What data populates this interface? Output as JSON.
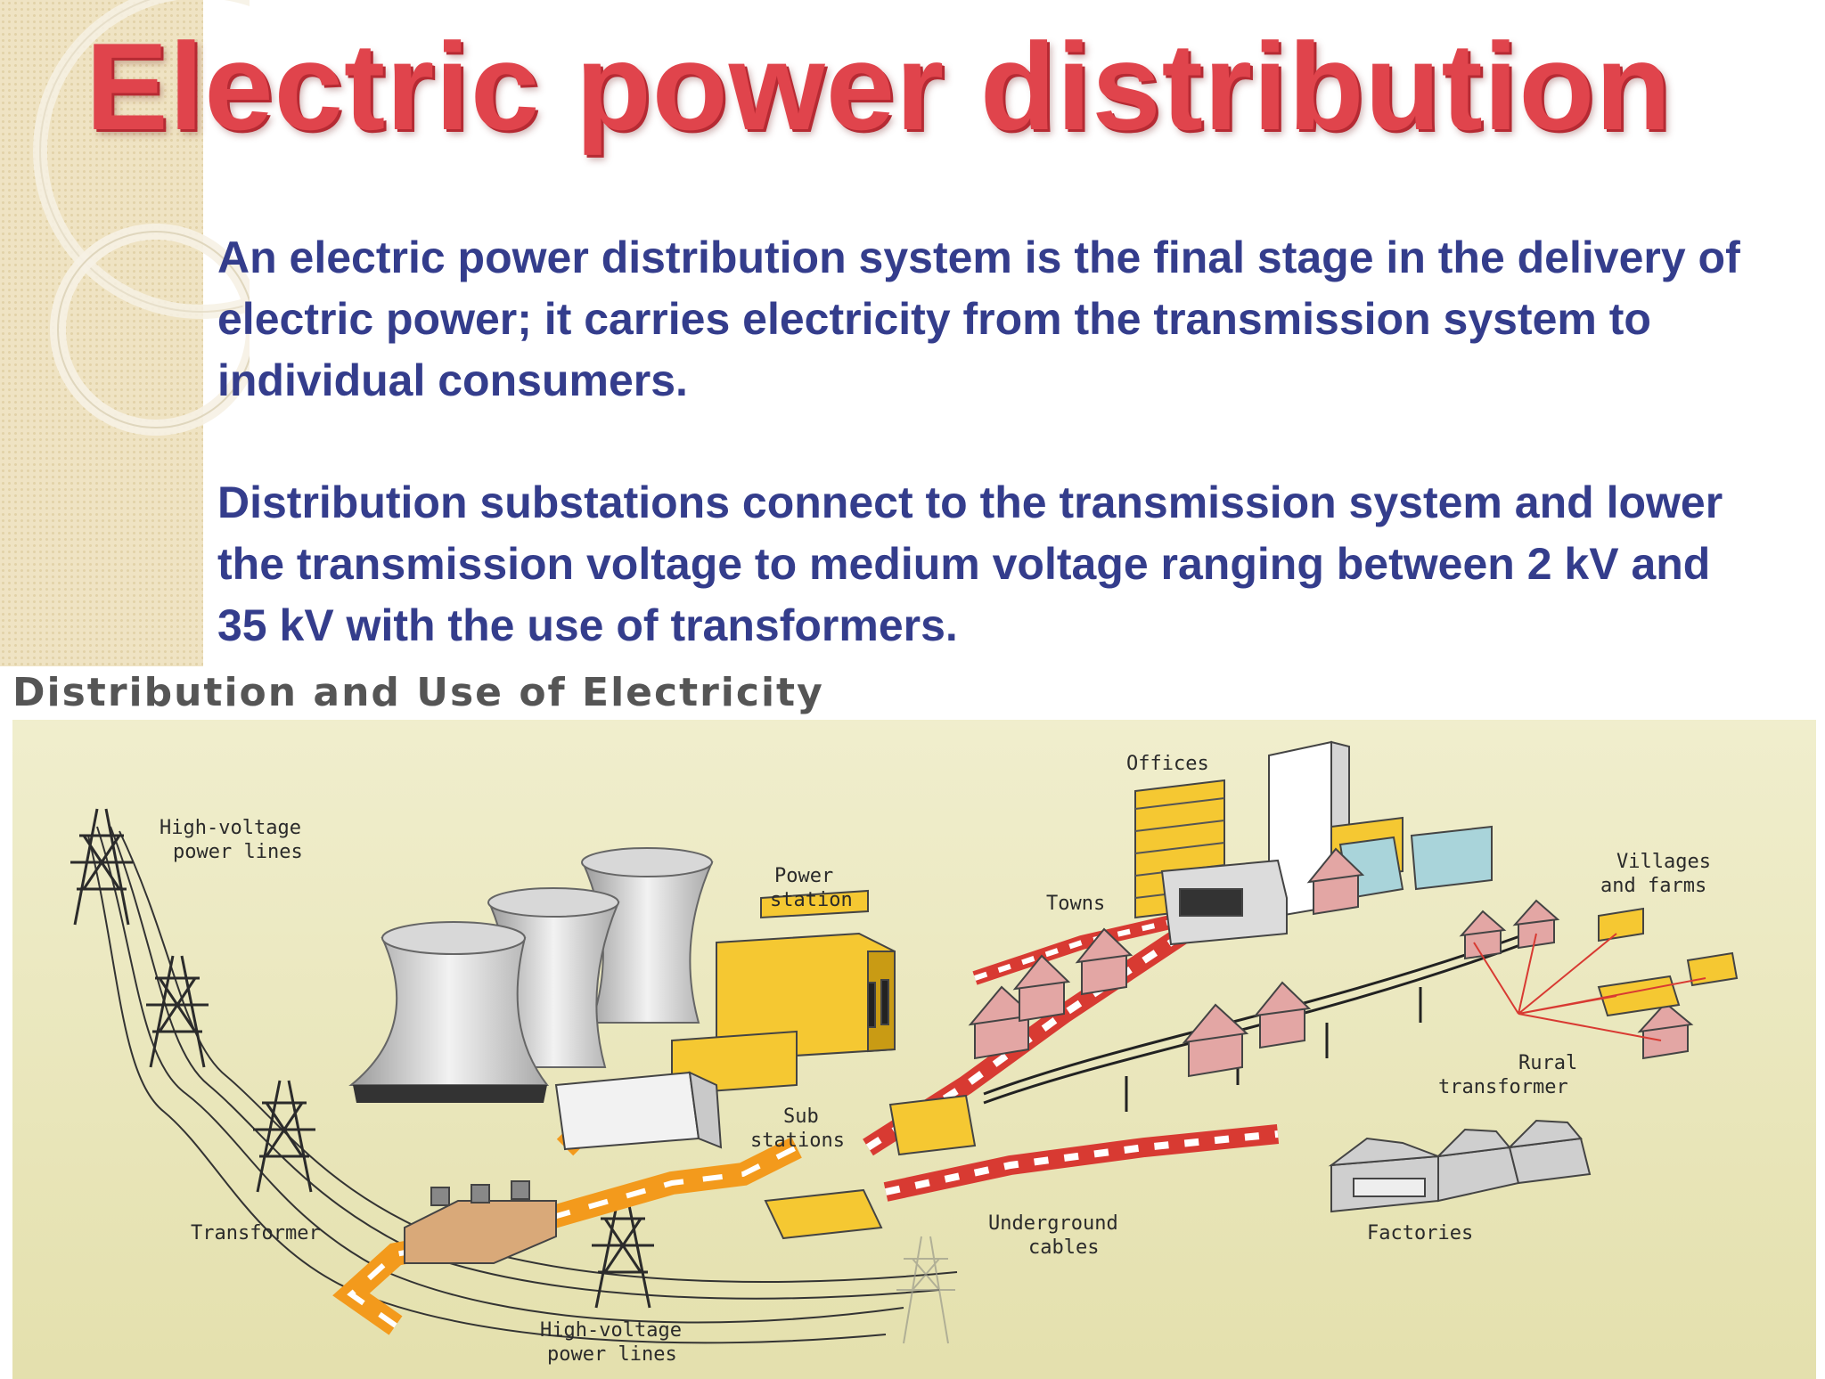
{
  "slide": {
    "title": "Electric power distribution",
    "paragraph1": "An electric power distribution system is the final stage in the delivery of electric power; it carries electricity from the transmission system to individual consumers.",
    "paragraph2": "Distribution substations connect to the transmission system and lower the transmission voltage to medium voltage ranging between 2 kV and 35 kV with the use of transformers."
  },
  "diagram": {
    "title": "Distribution and Use of Electricity",
    "labels": {
      "offices": "Offices",
      "hv_lines_top_1": "High-voltage",
      "hv_lines_top_2": "power lines",
      "villages_1": "Villages",
      "villages_2": "and farms",
      "power_station_1": "Power",
      "power_station_2": "station",
      "towns": "Towns",
      "rural_1": "Rural",
      "rural_2": "transformer",
      "sub_1": "Sub",
      "sub_2": "stations",
      "transformer": "Transformer",
      "underground_1": "Underground",
      "underground_2": "cables",
      "factories": "Factories",
      "hv_lines_bottom_1": "High-voltage",
      "hv_lines_bottom_2": "power lines"
    }
  },
  "colors": {
    "title_red": "#e0444c",
    "text_blue": "#343d8c",
    "diagram_bg": "#eceac0",
    "building_yellow": "#f5c832",
    "roof_pink": "#e3a6a4",
    "supply_line_orange": "#f39a1c",
    "supply_line_red": "#d83a32"
  }
}
